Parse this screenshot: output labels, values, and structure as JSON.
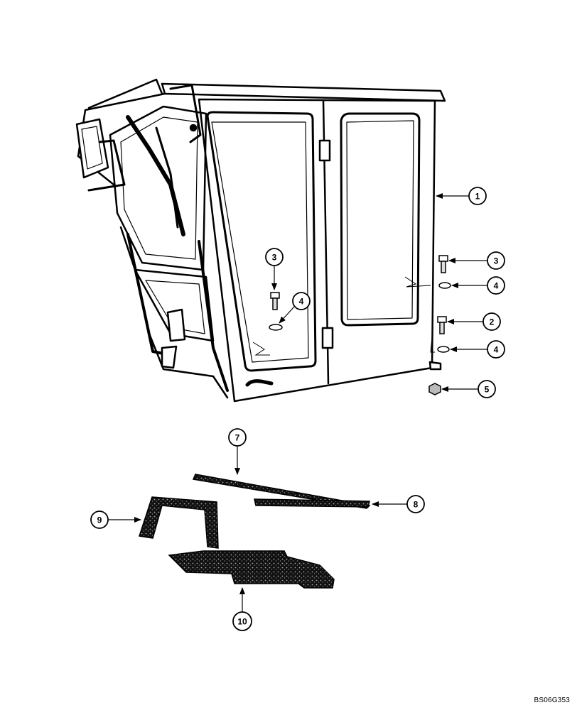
{
  "callouts": {
    "c1": "1",
    "c2": "2",
    "c3a": "3",
    "c3b": "3",
    "c4a": "4",
    "c4b": "4",
    "c4c": "4",
    "c5": "5",
    "c7": "7",
    "c8": "8",
    "c9": "9",
    "c10": "10"
  },
  "drawing_code": "BS06G353"
}
